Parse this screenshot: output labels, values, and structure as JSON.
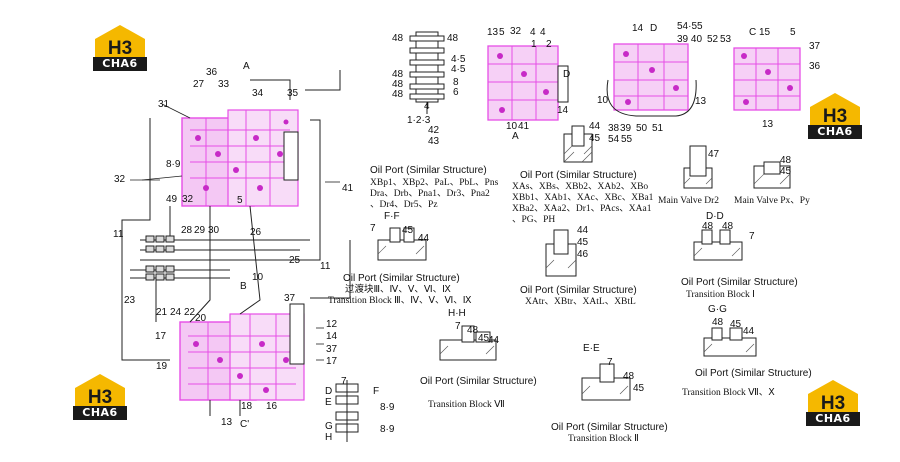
{
  "logos": {
    "text": "CHA6",
    "accent": "#f5b800"
  },
  "colors": {
    "magenta": "#e64ee6",
    "line": "#222222",
    "hatch": "#555555"
  },
  "main_labels": {
    "A": "A",
    "B": "B",
    "C": "C'",
    "n36": "36",
    "n27": "27",
    "n33": "33",
    "n34": "34",
    "n35": "35",
    "n31": "31",
    "n89": "8·9",
    "n32a": "32",
    "n49": "49",
    "n32b": "32",
    "n5": "5",
    "n41": "41",
    "n11a": "11",
    "n28": "28",
    "n29": "29",
    "n30": "30",
    "n26": "26",
    "n25": "25",
    "n11b": "11",
    "n23": "23",
    "n10": "10",
    "n21": "21",
    "n24": "24",
    "n22": "22",
    "n20": "20",
    "n37a": "37",
    "n12": "12",
    "n14": "14",
    "n17a": "17",
    "n37b": "37",
    "n19": "19",
    "n17b": "17",
    "n13": "13",
    "n18": "18",
    "n16": "16"
  },
  "dfgh": {
    "D": "D",
    "E": "E",
    "F": "F",
    "G": "G",
    "H": "H",
    "n7": "7",
    "n89a": "8·9",
    "n89b": "8·9"
  },
  "top_views": {
    "v1": {
      "n48a": "48",
      "n48b": "48",
      "n48c": "48",
      "n48d": "48",
      "n48e": "48",
      "n45a": "4·5",
      "n45b": "4·5",
      "n8": "8",
      "n6": "6",
      "n4": "4",
      "n123": "1·2·3",
      "n42": "42",
      "n43": "43"
    },
    "v2": {
      "n13": "13",
      "n5": "5",
      "n32": "32",
      "n4a": "4",
      "n4b": "4",
      "n1": "1",
      "n2": "2",
      "nD": "D",
      "n14": "14",
      "n104": "10",
      "n41": "41",
      "nA": "A"
    },
    "v3": {
      "n14": "14",
      "nD": "D",
      "n10": "10",
      "n38": "38",
      "n39": "39",
      "n50": "50",
      "n51": "51",
      "n5455a": "54·55",
      "n3940": "39 40",
      "n52": "52",
      "n53": "53",
      "n13": "13",
      "n54": "54",
      "n55": "55"
    },
    "v4": {
      "nC": "C",
      "n15": "15",
      "n5": "5",
      "n37": "37",
      "n36": "36",
      "n13": "13"
    }
  },
  "details": {
    "d1": {
      "caption": "Oil Port (Similar Structure)",
      "ports": "XBp1、XBp2、PaL、PbL、Pns\nDra、Drb、Pna1、Dr3、Pna2\n、Dr4、Dr5、Pz"
    },
    "d2": {
      "caption": "Oil Port (Similar Structure)",
      "ports": "XAs、XBs、XBb2、XAb2、XBo\nXBb1、XAb1、XAc、XBc、XBa1\nXBa2、XAa2、Dr1、PAcs、XAa1\n、PG、PH",
      "n44": "44",
      "n45": "45"
    },
    "d3": {
      "caption": "Main Valve Dr2",
      "n47": "47"
    },
    "d4": {
      "caption": "Main Valve Px、Py",
      "n48": "48",
      "n45": "45"
    },
    "d5": {
      "sec": "F·F",
      "n7": "7",
      "n45": "45",
      "n44": "44",
      "caption": "Oil Port (Similar Structure)",
      "sub1": "过渡块Ⅲ、Ⅳ、Ⅴ、Ⅵ、Ⅸ",
      "sub2": "Transition Block Ⅲ、Ⅳ、Ⅴ、Ⅵ、Ⅸ"
    },
    "d6": {
      "n44": "44",
      "n45": "45",
      "n46": "46",
      "caption": "Oil Port (Similar Structure)",
      "sub": "XAtr、XBtr、XAtL、XBtL"
    },
    "d7": {
      "sec": "D·D",
      "n48a": "48",
      "n48b": "48",
      "n7": "7",
      "caption": "Oil Port (Similar Structure)",
      "sub": "Transition Block Ⅰ"
    },
    "d8": {
      "sec": "H·H",
      "n7": "7",
      "n48": "48",
      "n45": "45",
      "n44": "44",
      "caption": "Oil Port (Similar Structure)",
      "sub": "Transition Block Ⅶ"
    },
    "d9": {
      "sec": "E·E",
      "n7": "7",
      "n48": "48",
      "n45": "45",
      "caption": "Oil Port (Similar Structure)",
      "sub": "Transition Block Ⅱ"
    },
    "d10": {
      "sec": "G·G",
      "n48": "48",
      "n45": "45",
      "n44": "44",
      "caption": "Oil Port (Similar Structure)",
      "sub": "Transition Block Ⅶ、Ⅹ"
    }
  }
}
